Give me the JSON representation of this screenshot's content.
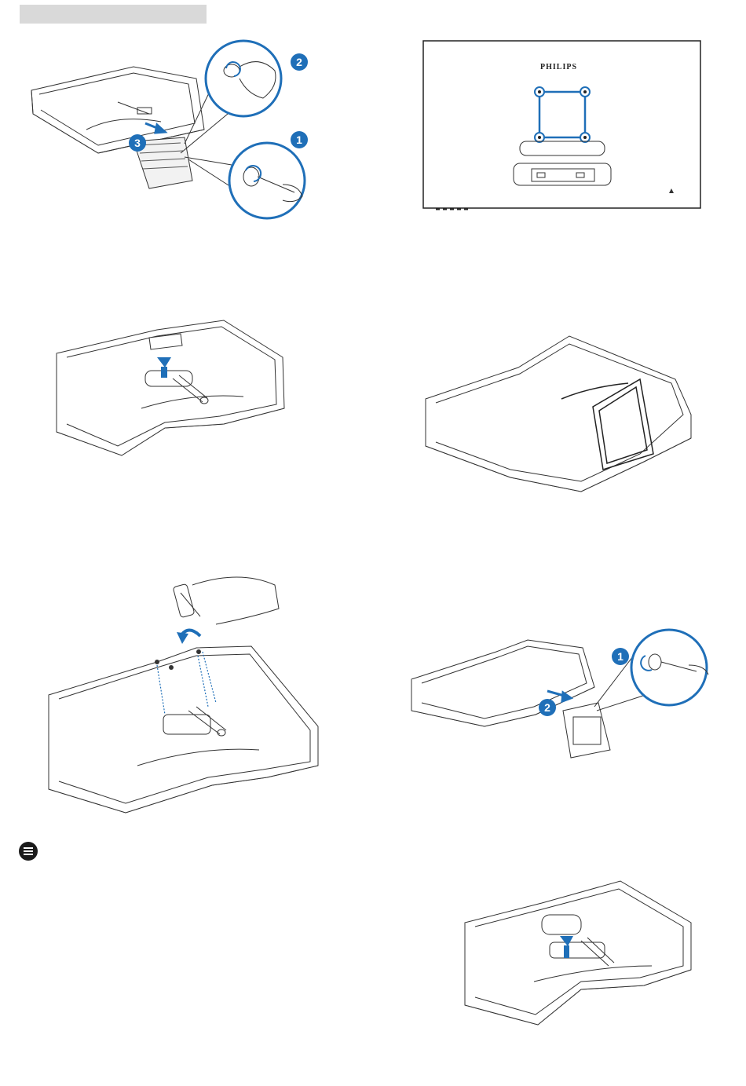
{
  "brand": {
    "text": "PHILIPS"
  },
  "steps": {
    "fig1": {
      "badge_1": "1",
      "badge_2": "2",
      "badge_3": "3"
    },
    "fig5": {
      "badge_1": "1",
      "badge_2": "2"
    }
  },
  "colors": {
    "accent": "#1f6fb8",
    "line": "#333333",
    "header_bar": "#d9d9d9"
  },
  "icons": {
    "note": "note-icon"
  }
}
